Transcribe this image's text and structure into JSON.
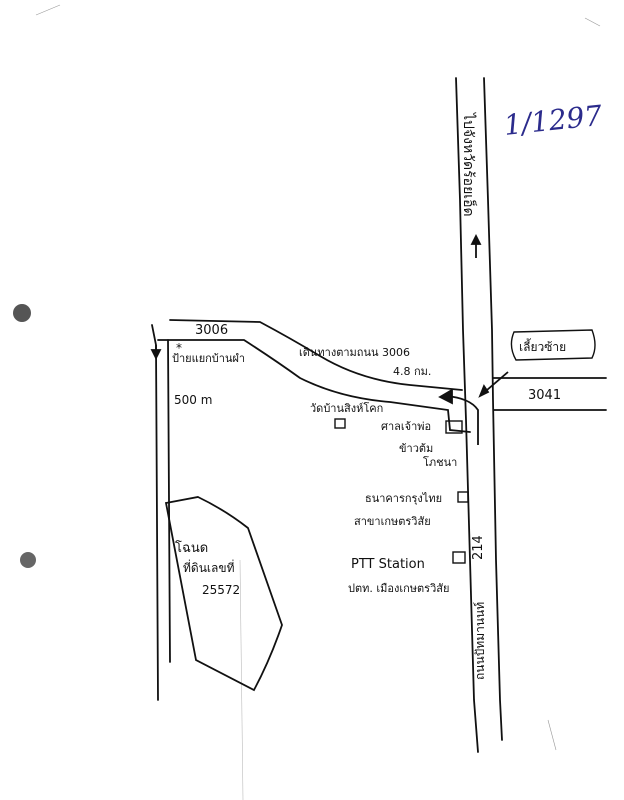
{
  "doc_id": "1/1297",
  "colors": {
    "ink": "#111111",
    "id_ink": "#2b2b8c",
    "paper": "#ffffff",
    "hole": "#555555"
  },
  "roads": {
    "r3006_top": "3006",
    "r3041": "3041",
    "r214": "214",
    "direction_top": "ไปจังหวัดร้อยเอ็ด",
    "bottom_road": "ถนนปัทมานนท์",
    "note_3006": "เดินทางตามถนน 3006",
    "note_distance": "4.8 กม."
  },
  "places": {
    "junction_sign": "ป้ายแยกบ้านผำ",
    "turn_left": "เลี้ยวซ้าย",
    "distance_500": "500 m",
    "temple": "วัดบ้านสิงห์โคก",
    "shrine": "ศาลเจ้าพ่อ",
    "shop1": "ข้าวต้ม",
    "shop2": "โภชนา",
    "bank1": "ธนาคารกรุงไทย",
    "bank2": "สาขาเกษตรวิสัย",
    "ptt": "PTT Station",
    "ptt_thai": "ปตท. เมืองเกษตรวิสัย",
    "plot1": "โฉนด",
    "plot2": "ที่ดินเลขที่",
    "plot3": "25572"
  }
}
